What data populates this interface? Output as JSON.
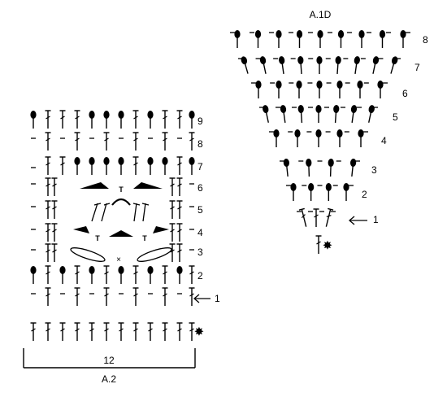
{
  "charts": {
    "a2": {
      "label": "A.2",
      "stitch_count": "12",
      "rows": [
        {
          "label": "9"
        },
        {
          "label": "8"
        },
        {
          "label": "7"
        },
        {
          "label": "6"
        },
        {
          "label": "5"
        },
        {
          "label": "4"
        },
        {
          "label": "3"
        },
        {
          "label": "2"
        },
        {
          "label": "1",
          "arrow": true
        }
      ],
      "start_symbol": "✸"
    },
    "a1d": {
      "label": "A.1D",
      "rows": [
        {
          "label": "8"
        },
        {
          "label": "7"
        },
        {
          "label": "6"
        },
        {
          "label": "5"
        },
        {
          "label": "4"
        },
        {
          "label": "3"
        },
        {
          "label": "2"
        },
        {
          "label": "1",
          "arrow": true
        }
      ],
      "start_symbol": "✸"
    }
  },
  "symbols": {
    "arrow": "arrow-left-icon",
    "start": "star-icon",
    "treble": "treble-crochet-icon",
    "bobble": "bobble-stitch-icon",
    "chain": "chain-stitch-icon",
    "double": "double-crochet-icon",
    "double_crochet_mark": "×",
    "dc_top": "T"
  }
}
